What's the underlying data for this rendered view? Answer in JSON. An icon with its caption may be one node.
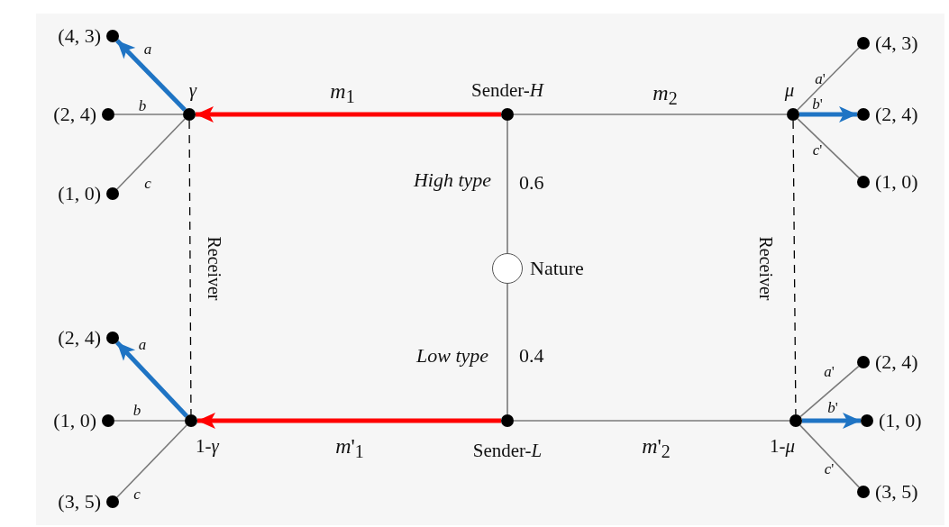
{
  "diagram": {
    "nodes": [
      {
        "text": [],
        "shape": "circle",
        "beside": [
          "Sender-*H*"
        ]
      },
      {
        "text": [],
        "shape": "circle",
        "beside": [
          "*γ*"
        ]
      },
      {
        "text": [],
        "shape": "circle",
        "beside": [
          "*μ*"
        ]
      },
      {
        "text": [],
        "shape": "circle",
        "beside": [
          "Nature"
        ]
      },
      {
        "text": [],
        "shape": "circle",
        "beside": [
          "Sender-*L*"
        ]
      },
      {
        "text": [],
        "shape": "circle",
        "beside": [
          "1-*γ*"
        ]
      },
      {
        "text": [],
        "shape": "circle",
        "beside": [
          "1-*μ*"
        ]
      },
      {
        "text": [
          "(4, 3)"
        ]
      },
      {
        "text": [
          "(2, 4)"
        ]
      },
      {
        "text": [
          "(1, 0)"
        ]
      },
      {
        "text": [
          "(4, 3)"
        ]
      },
      {
        "text": [
          "(2, 4)"
        ]
      },
      {
        "text": [
          "(1, 0)"
        ]
      },
      {
        "text": [
          "(2, 4)"
        ]
      },
      {
        "text": [
          "(1, 0)"
        ]
      },
      {
        "text": [
          "(3, 5)"
        ]
      },
      {
        "text": [
          "(2, 4)"
        ]
      },
      {
        "text": [
          "(1, 0)"
        ]
      },
      {
        "text": [
          "(3, 5)"
        ]
      }
    ],
    "edges": [
      {
        "from": 0,
        "to": 1,
        "arrow": "to",
        "label": "*m*$_{1}$",
        "style": "thick",
        "color": "#ff0000"
      },
      {
        "from": 0,
        "to": 2,
        "arrow": "none",
        "label": "*m*$_{2}$"
      },
      {
        "from": 3,
        "to": 0,
        "arrow": "none",
        "label": "*High type*"
      },
      {
        "from": 3,
        "to": 4,
        "arrow": "none",
        "label": "*Low type*"
      },
      {
        "from": 4,
        "to": 5,
        "arrow": "to",
        "label": "*m*'$_{1}$",
        "style": "thick",
        "color": "#ff0000"
      },
      {
        "from": 4,
        "to": 6,
        "arrow": "none",
        "label": "*m*'$_{2}$"
      },
      {
        "from": 1,
        "to": 5,
        "arrow": "none",
        "label": "Receiver",
        "style": "dashed",
        "color": "#000000"
      },
      {
        "from": 2,
        "to": 6,
        "arrow": "none",
        "label": "Receiver",
        "style": "dashed",
        "color": "#000000"
      },
      {
        "from": 1,
        "to": 7,
        "arrow": "to",
        "label": "*a*",
        "style": "thick",
        "color": "#1f74c4"
      },
      {
        "from": 1,
        "to": 8,
        "arrow": "none",
        "label": "*b*"
      },
      {
        "from": 1,
        "to": 9,
        "arrow": "none",
        "label": "*c*"
      },
      {
        "from": 2,
        "to": 10,
        "arrow": "none",
        "label": "*a*'"
      },
      {
        "from": 2,
        "to": 11,
        "arrow": "to",
        "label": "*b*'",
        "style": "thick",
        "color": "#1f74c4"
      },
      {
        "from": 2,
        "to": 12,
        "arrow": "none",
        "label": "*c*'"
      },
      {
        "from": 5,
        "to": 13,
        "arrow": "to",
        "label": "*a*",
        "style": "thick",
        "color": "#1f74c4"
      },
      {
        "from": 5,
        "to": 14,
        "arrow": "none",
        "label": "*b*"
      },
      {
        "from": 5,
        "to": 15,
        "arrow": "none",
        "label": "*c*"
      },
      {
        "from": 6,
        "to": 16,
        "arrow": "none",
        "label": "*a*'"
      },
      {
        "from": 6,
        "to": 17,
        "arrow": "to",
        "label": "*b*'",
        "style": "thick",
        "color": "#1f74c4"
      },
      {
        "from": 6,
        "to": 18,
        "arrow": "none",
        "label": "*c*'"
      }
    ],
    "labels": [
      "0.6",
      "0.4"
    ]
  }
}
